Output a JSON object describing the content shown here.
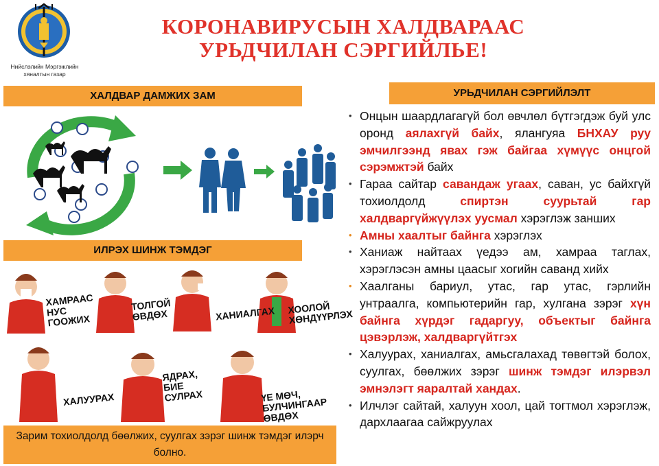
{
  "header": {
    "org_line1": "Нийслэлийн Мэргэжлийн",
    "org_line2": "хяналтын газар",
    "title_line1": "КОРОНАВИРУСЫН ХАЛДВАРААС",
    "title_line2": "УРЬДЧИЛАН СЭРГИЙЛЬЕ!"
  },
  "sections": {
    "transmission": "ХАЛДВАР ДАМЖИХ ЗАМ",
    "symptoms": "ИЛРЭХ ШИНЖ ТЭМДЭГ",
    "prevention": "УРЬДЧИЛАН СЭРГИЙЛЭЛТ"
  },
  "symptom_labels": {
    "s1_l1": "ХАМРААС",
    "s1_l2": "НУС",
    "s1_l3": "ГООЖИХ",
    "s2_l1": "ТОЛГОЙ",
    "s2_l2": "ӨВДӨХ",
    "s3": "ХАНИАЛГАХ",
    "s4_l1": "ХООЛОЙ",
    "s4_l2": "ХӨНДҮҮРЛЭХ",
    "s5": "ХАЛУУРАХ",
    "s6_l1": "ЯДРАХ,",
    "s6_l2": "БИЕ",
    "s6_l3": "СУЛРАХ",
    "s7_l1": "ҮЕ МӨЧ,",
    "s7_l2": "БУЛЧИНГААР",
    "s7_l3": "ӨВДӨХ"
  },
  "bottom_note": "Зарим тохиолдолд бөөлжих, суулгах зэрэг шинж тэмдэг илэрч болно.",
  "prevention_items": [
    {
      "t1": "Онцын шаардлагагүй бол өвчлөл бүтгэгдэж буй улс оронд ",
      "r1": "аялахгүй байх",
      "t2": ", ялангуяа ",
      "r2": "БНХАУ руу эмчилгээнд явах гэж байгаа хүмүүс онцгой сэрэмжтэй",
      "t3": " байх"
    },
    {
      "t1": "Гараа сайтар ",
      "r1": "савандаж угаах",
      "t2": ", саван, ус байхгүй тохиолдолд ",
      "r2": "спиртэн суурьтай гар халдваргүйжүүлэх уусмал",
      "t3": " хэрэглэж занших"
    },
    {
      "t1": "",
      "r1": "Амны хаалтыг байнга",
      "t2": " хэрэглэх",
      "r2": "",
      "t3": ""
    },
    {
      "t1": "Ханиаж найтаах үедээ ам, хамраа таглах, хэрэглэсэн амны цаасыг хогийн саванд хийх",
      "r1": "",
      "t2": "",
      "r2": "",
      "t3": ""
    },
    {
      "t1": "Хаалганы бариул, утас, гар утас, гэрлийн унтраалга, компьютерийн гар, хулгана зэрэг ",
      "r1": "хүн байнга хүрдэг гадаргуу, объектыг байнга цэвэрлэж, халдваргүйтгэх",
      "t2": "",
      "r2": "",
      "t3": ""
    },
    {
      "t1": "Халуурах, ханиалгах, амьсгалахад төвөгтэй болох, суулгах, бөөлжих зэрэг ",
      "r1": "шинж тэмдэг илэрвэл эмнэлэгт яаралтай хандах",
      "t2": ".",
      "r2": "",
      "t3": ""
    },
    {
      "t1": "Илчлэг сайтай, халуун хоол, цай тогтмол хэрэглэж, дархлаагаа сайжруулах",
      "r1": "",
      "t2": "",
      "r2": "",
      "t3": ""
    }
  ],
  "colors": {
    "accent_red": "#d6261e",
    "bar_orange": "#f5a037",
    "arrow_green": "#3aa845",
    "people_blue": "#1f5c99"
  }
}
